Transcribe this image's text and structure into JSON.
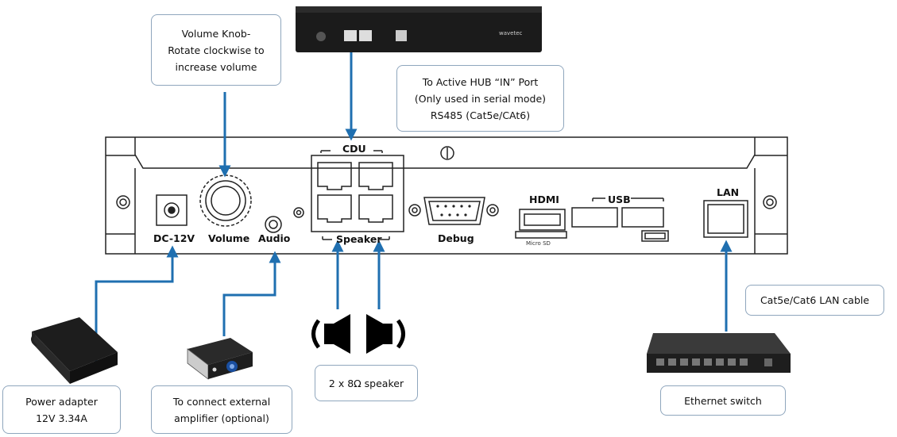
{
  "callouts": {
    "volume_knob": [
      "Volume Knob-",
      "Rotate clockwise to",
      "increase volume"
    ],
    "active_hub": [
      "To Active HUB “IN” Port",
      "(Only used in serial mode)",
      "RS485 (Cat5e/CAt6)"
    ],
    "lan_cable": [
      "Cat5e/Cat6 LAN cable"
    ],
    "power_adapter": [
      "Power adapter",
      "12V 3.34A"
    ],
    "external_amp": [
      "To connect external",
      "amplifier (optional)"
    ],
    "speaker": [
      "2 x 8Ω speaker"
    ],
    "ethernet_switch": [
      "Ethernet switch"
    ]
  },
  "panel_labels": {
    "cdu": "CDU",
    "dc": "DC-12V",
    "volume": "Volume",
    "audio": "Audio",
    "speaker": "Speaker",
    "debug": "Debug",
    "hdmi": "HDMI",
    "usb": "USB",
    "lan": "LAN",
    "micro_sd": "Micro SD"
  },
  "converter_brand": "wavetec",
  "colors": {
    "arrow": "#1f6fb0",
    "callout_border": "#8fa6bd",
    "panel_stroke": "#222222"
  }
}
